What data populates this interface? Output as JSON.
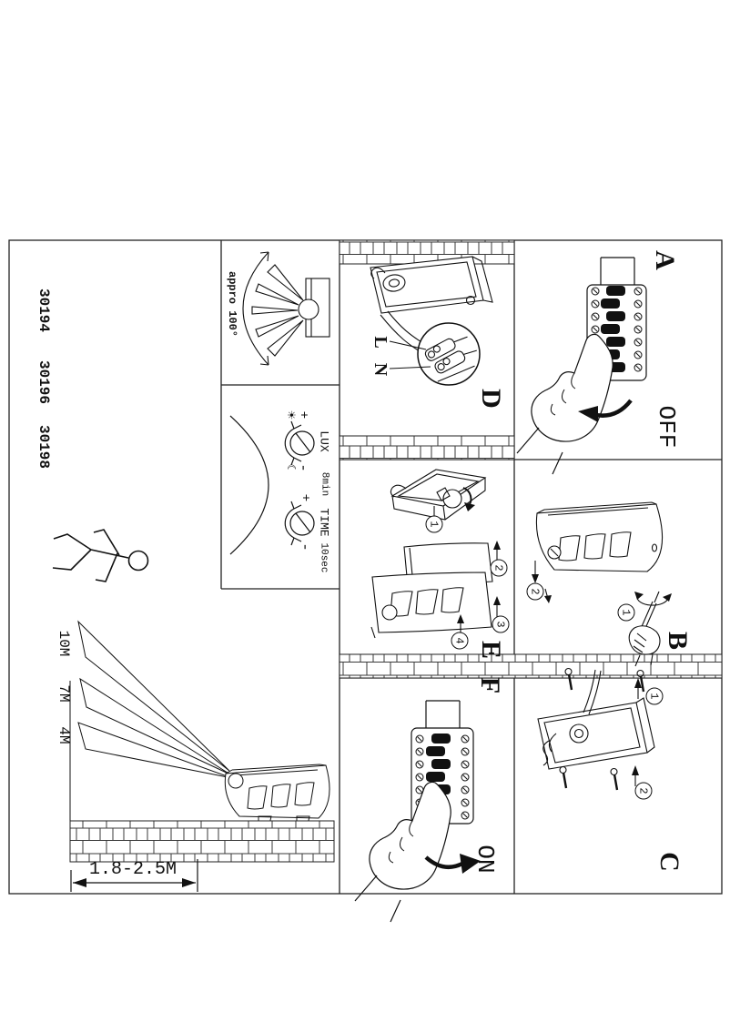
{
  "sheet": {
    "models": [
      "30194",
      "30196",
      "30198"
    ],
    "panels": {
      "a": {
        "letter": "A",
        "status": "OFF"
      },
      "b": {
        "letter": "B",
        "steps": [
          "1",
          "2"
        ]
      },
      "c": {
        "letter": "C",
        "steps": [
          "1",
          "2"
        ]
      },
      "d": {
        "letter": "D",
        "terminal_live": "L",
        "terminal_neutral": "N"
      },
      "e": {
        "letter": "E",
        "steps": [
          "1",
          "2",
          "3",
          "4"
        ]
      },
      "f": {
        "letter": "F",
        "status": "ON"
      }
    },
    "sensor": {
      "coverage_angle": "appro 100°",
      "beam_ranges": [
        "10M",
        "7M",
        "4M"
      ],
      "mount_height": "1.8-2.5M"
    },
    "dials": {
      "lux": {
        "label": "LUX",
        "plus": "+",
        "minus": "-",
        "sun_icon": "☀",
        "moon_icon": "☾"
      },
      "time": {
        "label": "TIME",
        "plus": "+",
        "minus": "-",
        "max_value": "8min",
        "min_value": "10sec"
      }
    }
  }
}
